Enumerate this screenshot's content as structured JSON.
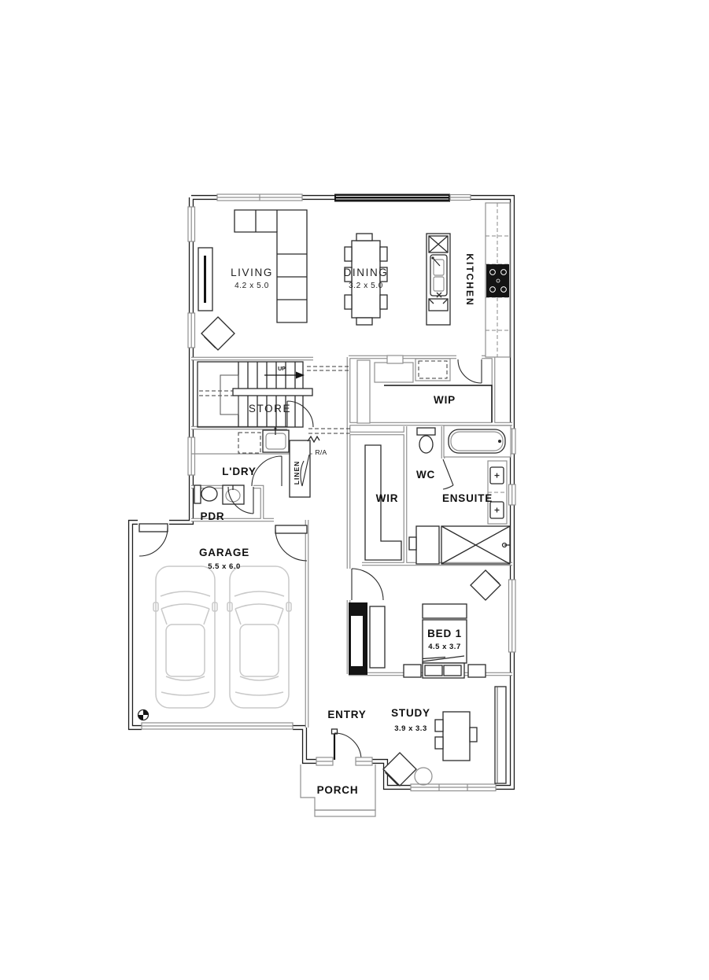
{
  "rooms": {
    "living": {
      "label": "LIVING",
      "dims": "4.2 x 5.0"
    },
    "dining": {
      "label": "DINING",
      "dims": "3.2 x 5.0"
    },
    "kitchen": {
      "label": "KITCHEN"
    },
    "wip": {
      "label": "WIP"
    },
    "store": {
      "label": "STORE"
    },
    "stairs": {
      "label": "UP"
    },
    "laundry": {
      "label": "L'DRY"
    },
    "linen": {
      "label": "LINEN"
    },
    "return_air": {
      "label": "R/A"
    },
    "wc": {
      "label": "WC"
    },
    "wir": {
      "label": "WIR"
    },
    "ensuite": {
      "label": "ENSUITE"
    },
    "powder": {
      "label": "PDR"
    },
    "garage": {
      "label": "GARAGE",
      "dims": "5.5 x 6.0"
    },
    "bed1": {
      "label": "BED 1",
      "dims": "4.5 x 3.7"
    },
    "entry": {
      "label": "ENTRY"
    },
    "study": {
      "label": "STUDY",
      "dims": "3.9 x 3.3"
    },
    "porch": {
      "label": "PORCH"
    }
  },
  "colors": {
    "exterior_wall": "#1c1c1c",
    "interior_wall": "#7a7a7a",
    "furniture_line": "#2b2b2b",
    "light_line": "#8f8f8f",
    "car_line": "#c9c9c9",
    "glazing_dark": "#161616",
    "background": "#ffffff",
    "text": "#111111"
  }
}
